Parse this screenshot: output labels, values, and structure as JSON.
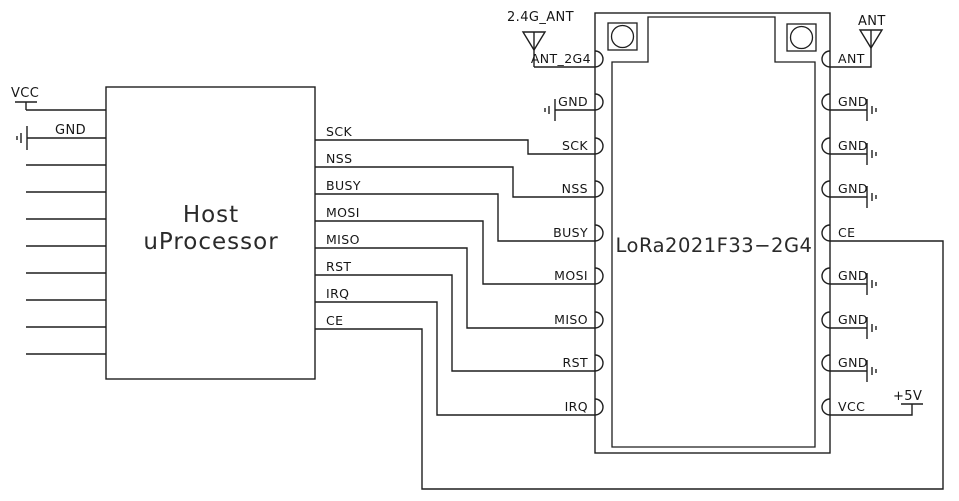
{
  "diagram": {
    "host": {
      "title_line1": "Host",
      "title_line2": "uProcessor",
      "power_label": "VCC",
      "ground_label": "GND",
      "pins": [
        "SCK",
        "NSS",
        "BUSY",
        "MOSI",
        "MISO",
        "RST",
        "IRQ",
        "CE"
      ]
    },
    "module": {
      "name": "LoRa2021F33−2G4",
      "pins_left": [
        "ANT_2G4",
        "GND",
        "SCK",
        "NSS",
        "BUSY",
        "MOSI",
        "MISO",
        "RST",
        "IRQ"
      ],
      "pins_right": [
        "ANT",
        "GND",
        "GND",
        "GND",
        "CE",
        "GND",
        "GND",
        "GND",
        "VCC"
      ]
    },
    "antennas": {
      "left_label": "2.4G_ANT",
      "right_label": "ANT"
    },
    "power": {
      "right_label": "+5V"
    },
    "colors": {
      "line": "#1e1e1e",
      "background": "#ffffff"
    }
  }
}
